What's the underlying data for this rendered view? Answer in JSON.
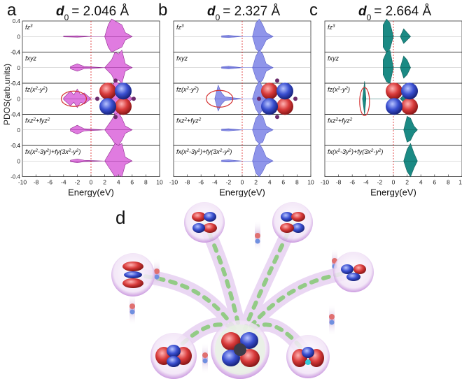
{
  "figure": {
    "ylabel": "PDOS(arb.units)",
    "xlabel": "Energy(eV)",
    "xticks": [
      "-10",
      "-8",
      "-6",
      "-4",
      "-2",
      "0",
      "2",
      "4",
      "6",
      "8",
      "10"
    ],
    "yticks": [
      "0.4",
      "0",
      "-0.4"
    ],
    "orbitals": [
      "fz³",
      "fxyz",
      "fz(x²-y²)",
      "fxz²+fyz²",
      "fx(x²-3y²)+fy(3x²-y²)"
    ],
    "orbital_display": {
      "fz3": {
        "base": "fz",
        "sup": "3"
      },
      "fxyz": {
        "base": "fxyz"
      },
      "fzx2y2": {
        "p1": "fz(x",
        "s1": "2",
        "p2": "-y",
        "s2": "2",
        "p3": ")"
      },
      "fxz2fyz2": {
        "p1": "fxz",
        "s1": "2",
        "p2": "+fyz",
        "s2": "2"
      },
      "fx3": {
        "p1": "fx(x",
        "s1": "2",
        "p2": "-3y",
        "s2": "2",
        "p3": ")+fy(3x",
        "s3": "2",
        "p4": "-y",
        "s4": "2",
        "p5": ")"
      }
    }
  },
  "panels": [
    {
      "letter": "a",
      "d0_symbol": "d",
      "d0_sub": "0",
      "d0_value": "= 2.046 Å",
      "color": "#e07be0",
      "stroke": "#8e2a8e"
    },
    {
      "letter": "b",
      "d0_symbol": "d",
      "d0_sub": "0",
      "d0_value": "= 2.327 Å",
      "color": "#8f95ea",
      "stroke": "#5a60c8"
    },
    {
      "letter": "c",
      "d0_symbol": "d",
      "d0_sub": "0",
      "d0_value": "= 2.664 Å",
      "color": "#1b8a84",
      "stroke": "#0f5e59"
    }
  ],
  "schematic": {
    "letter": "d"
  },
  "chart_data": [
    {
      "type": "area",
      "panel": "a",
      "title": "d0 = 2.046 Å",
      "xlabel": "Energy(eV)",
      "ylabel": "PDOS(arb.units)",
      "xlim": [
        -10,
        10
      ],
      "ylim": [
        -0.4,
        0.4
      ],
      "fermi_level": 0,
      "series": [
        {
          "name": "fz3",
          "x": [
            -4,
            -2,
            0,
            2,
            2.5,
            3,
            3.5,
            4,
            4.5,
            5,
            6
          ],
          "y": [
            0.01,
            0.02,
            0,
            0,
            0.3,
            0.45,
            0.4,
            0.35,
            0.3,
            0.1,
            0
          ]
        },
        {
          "name": "fxyz",
          "x": [
            -3,
            -2,
            -1,
            2,
            3,
            3.5,
            4,
            4.5,
            5,
            6
          ],
          "y": [
            0.03,
            0.1,
            0.03,
            0,
            0.2,
            0.4,
            0.35,
            0.45,
            0.1,
            0
          ]
        },
        {
          "name": "fz(x2-y2)",
          "x": [
            -4,
            -3,
            -2.5,
            -2,
            -1.5,
            -1,
            0,
            2,
            3,
            3.5,
            4,
            5,
            6
          ],
          "y": [
            0.02,
            0.2,
            0.1,
            0.25,
            0.1,
            0.15,
            0,
            0,
            0.3,
            0.45,
            0.4,
            0.2,
            0
          ]
        },
        {
          "name": "fxz2+fyz2",
          "x": [
            -3,
            -2,
            -1,
            2,
            3,
            3.5,
            4,
            4.5,
            5,
            6
          ],
          "y": [
            0.03,
            0.12,
            0.03,
            0,
            0.25,
            0.4,
            0.45,
            0.3,
            0.1,
            0
          ]
        },
        {
          "name": "fx(x2-3y2)+fy(3x2-y2)",
          "x": [
            -3,
            -2,
            -1,
            2,
            3,
            3.5,
            4,
            4.5,
            5,
            6
          ],
          "y": [
            0.02,
            0.05,
            0.02,
            0,
            0.3,
            0.45,
            0.4,
            0.45,
            0.1,
            0
          ]
        }
      ]
    },
    {
      "type": "area",
      "panel": "b",
      "title": "d0 = 2.327 Å",
      "xlabel": "Energy(eV)",
      "ylabel": "PDOS(arb.units)",
      "xlim": [
        -10,
        10
      ],
      "ylim": [
        -0.4,
        0.4
      ],
      "fermi_level": 0,
      "series": [
        {
          "name": "fz3",
          "x": [
            -3,
            -2,
            0,
            1.5,
            2,
            2.5,
            3,
            3.5,
            4.5
          ],
          "y": [
            0.02,
            0.03,
            0,
            0,
            0.35,
            0.45,
            0.3,
            0.1,
            0
          ]
        },
        {
          "name": "fxyz",
          "x": [
            -3,
            -2,
            0,
            1.5,
            2,
            2.5,
            3,
            3.5,
            4.5
          ],
          "y": [
            0.02,
            0.04,
            0,
            0,
            0.3,
            0.45,
            0.35,
            0.1,
            0
          ]
        },
        {
          "name": "fz(x2-y2)",
          "x": [
            -4,
            -3.5,
            -3,
            -2.5,
            0,
            1.5,
            2,
            2.5,
            3,
            3.5,
            4.5
          ],
          "y": [
            0,
            0.35,
            0.15,
            0.05,
            0,
            0,
            0.3,
            0.45,
            0.3,
            0.1,
            0
          ]
        },
        {
          "name": "fxz2+fyz2",
          "x": [
            -3,
            -2,
            0,
            1.5,
            2,
            2.5,
            3,
            3.5,
            4.5
          ],
          "y": [
            0.02,
            0.03,
            0,
            0,
            0.3,
            0.4,
            0.35,
            0.1,
            0
          ]
        },
        {
          "name": "fx(x2-3y2)+fy(3x2-y2)",
          "x": [
            -3,
            -2,
            0,
            1.5,
            2,
            2.5,
            3,
            3.5,
            4.5
          ],
          "y": [
            0.02,
            0.03,
            0,
            0,
            0.35,
            0.45,
            0.3,
            0.1,
            0
          ]
        }
      ]
    },
    {
      "type": "area",
      "panel": "c",
      "title": "d0 = 2.664 Å",
      "xlabel": "Energy(eV)",
      "ylabel": "PDOS(arb.units)",
      "xlim": [
        -10,
        10
      ],
      "ylim": [
        -0.4,
        0.4
      ],
      "fermi_level": 0,
      "series": [
        {
          "name": "fz3",
          "x": [
            -1.5,
            -1,
            -0.5,
            0,
            1,
            1.5,
            2,
            2.5
          ],
          "y": [
            0.3,
            0.45,
            0.35,
            0,
            0,
            0.2,
            0.1,
            0
          ]
        },
        {
          "name": "fxyz",
          "x": [
            -1.5,
            -1,
            -0.5,
            0,
            1,
            1.5,
            2,
            2.5
          ],
          "y": [
            0.2,
            0.4,
            0.45,
            0,
            0,
            0.3,
            0.2,
            0
          ]
        },
        {
          "name": "fz(x2-y2)",
          "x": [
            -4.5,
            -4.2,
            -4,
            0,
            1,
            1.5,
            2,
            2.5
          ],
          "y": [
            0,
            0.45,
            0,
            0,
            0,
            0.1,
            0.05,
            0
          ]
        },
        {
          "name": "fxz2+fyz2",
          "x": [
            0,
            1.5,
            2,
            2.5,
            3,
            3.5
          ],
          "y": [
            0,
            0,
            0.35,
            0.3,
            0.1,
            0
          ]
        },
        {
          "name": "fx(x2-3y2)+fy(3x2-y2)",
          "x": [
            0,
            1.5,
            2,
            2.5,
            3,
            3.5
          ],
          "y": [
            0,
            0,
            0.3,
            0.45,
            0.2,
            0
          ]
        }
      ]
    }
  ]
}
